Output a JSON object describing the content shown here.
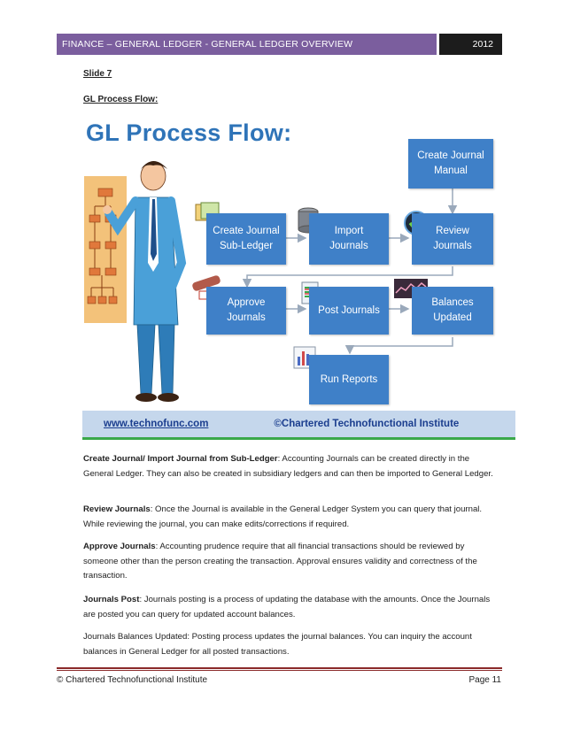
{
  "header": {
    "title": "FINANCE – GENERAL LEDGER - GENERAL LEDGER OVERVIEW",
    "year": "2012"
  },
  "slide_label": "Slide 7",
  "section_title": "GL Process Flow:",
  "figure": {
    "title": "GL Process Flow:",
    "boxes": {
      "create_manual": "Create Journal\nManual",
      "create_subledger": "Create Journal\nSub-Ledger",
      "import": "Import\nJournals",
      "review": "Review\nJournals",
      "approve": "Approve\nJournals",
      "post": "Post Journals",
      "balances": "Balances\nUpdated",
      "reports": "Run Reports"
    },
    "footer_url": "www.technofunc.com",
    "footer_copyright": "©Chartered Technofunctional Institute"
  },
  "paragraphs": [
    {
      "bold": "Create Journal/ Import Journal from Sub-Ledger",
      "text": ": Accounting Journals can be created directly in the General Ledger. They can also be created in subsidiary ledgers and can then be imported to General Ledger."
    },
    {
      "bold": "Review Journals",
      "text": ": Once the Journal is available in the General Ledger System you can query that journal. While reviewing the journal, you can make edits/corrections if required."
    },
    {
      "bold": "Approve Journals",
      "text": ": Accounting prudence require that all financial transactions should be reviewed by someone other than the person creating the transaction. Approval ensures validity and correctness of the transaction."
    },
    {
      "bold": "Journals Post",
      "text": ": Journals posting is a process of updating the database with the amounts. Once the Journals are posted you can query for updated account balances."
    },
    {
      "bold": "",
      "text": "Journals Balances Updated: Posting process updates the journal balances. You can inquiry the account balances in General Ledger for all posted transactions."
    }
  ],
  "footer": {
    "left": "© Chartered Technofunctional Institute",
    "right": "Page 11"
  }
}
